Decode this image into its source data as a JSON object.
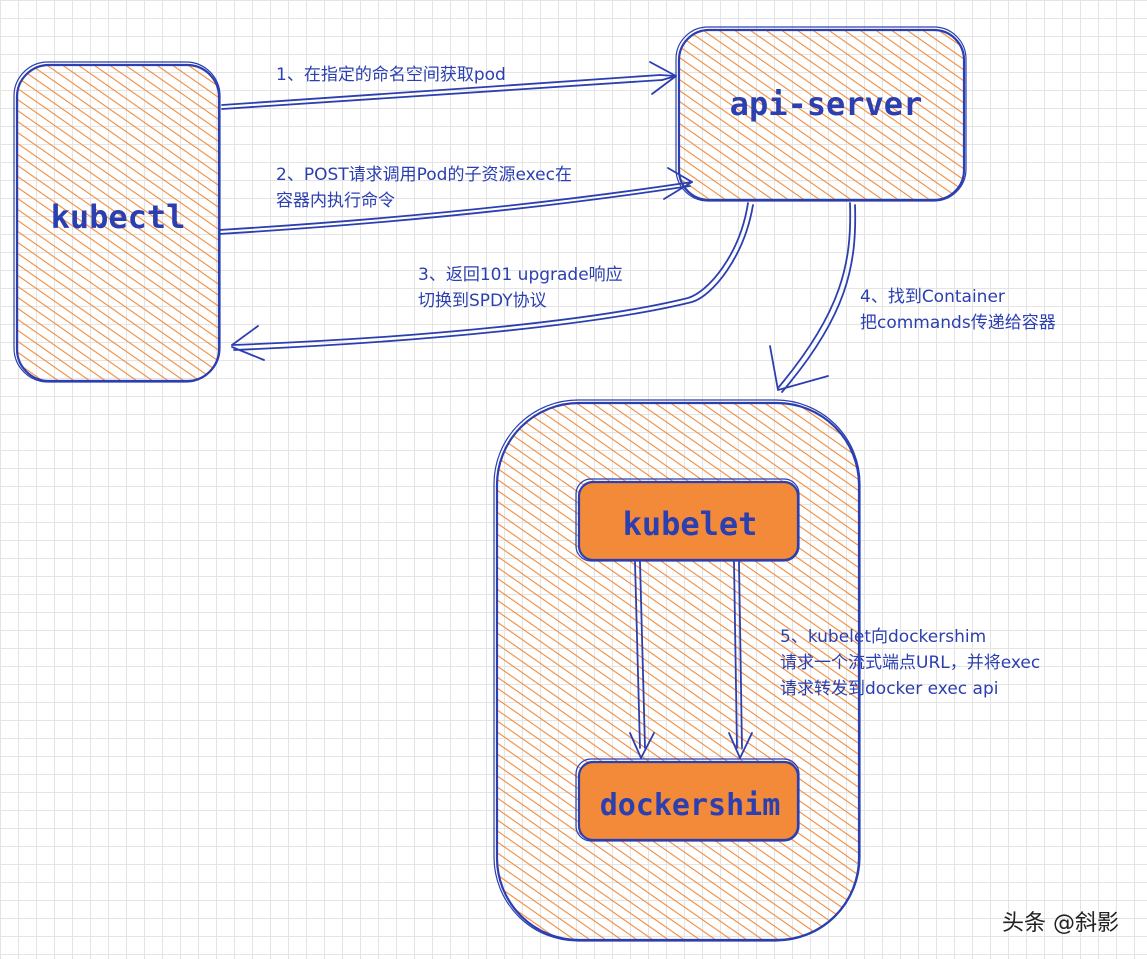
{
  "nodes": {
    "kubectl": "kubectl",
    "api_server": "api-server",
    "kubelet": "kubelet",
    "dockershim": "dockershim"
  },
  "steps": {
    "step1": [
      "1、在指定的命名空间获取pod"
    ],
    "step2": [
      "2、POST请求调用Pod的子资源exec在",
      "容器内执行命令"
    ],
    "step3": [
      "3、返回101 upgrade响应",
      "切换到SPDY协议"
    ],
    "step4": [
      "4、找到Container",
      "把commands传递给容器"
    ],
    "step5": [
      "5、kubelet向dockershim",
      "请求一个流式端点URL，并将exec",
      "请求转发到docker exec api"
    ]
  },
  "watermark": "头条 @斜影",
  "colors": {
    "stroke": "#2b3fb0",
    "fill": "#f28a3a",
    "grid": "#e4e4e4"
  }
}
